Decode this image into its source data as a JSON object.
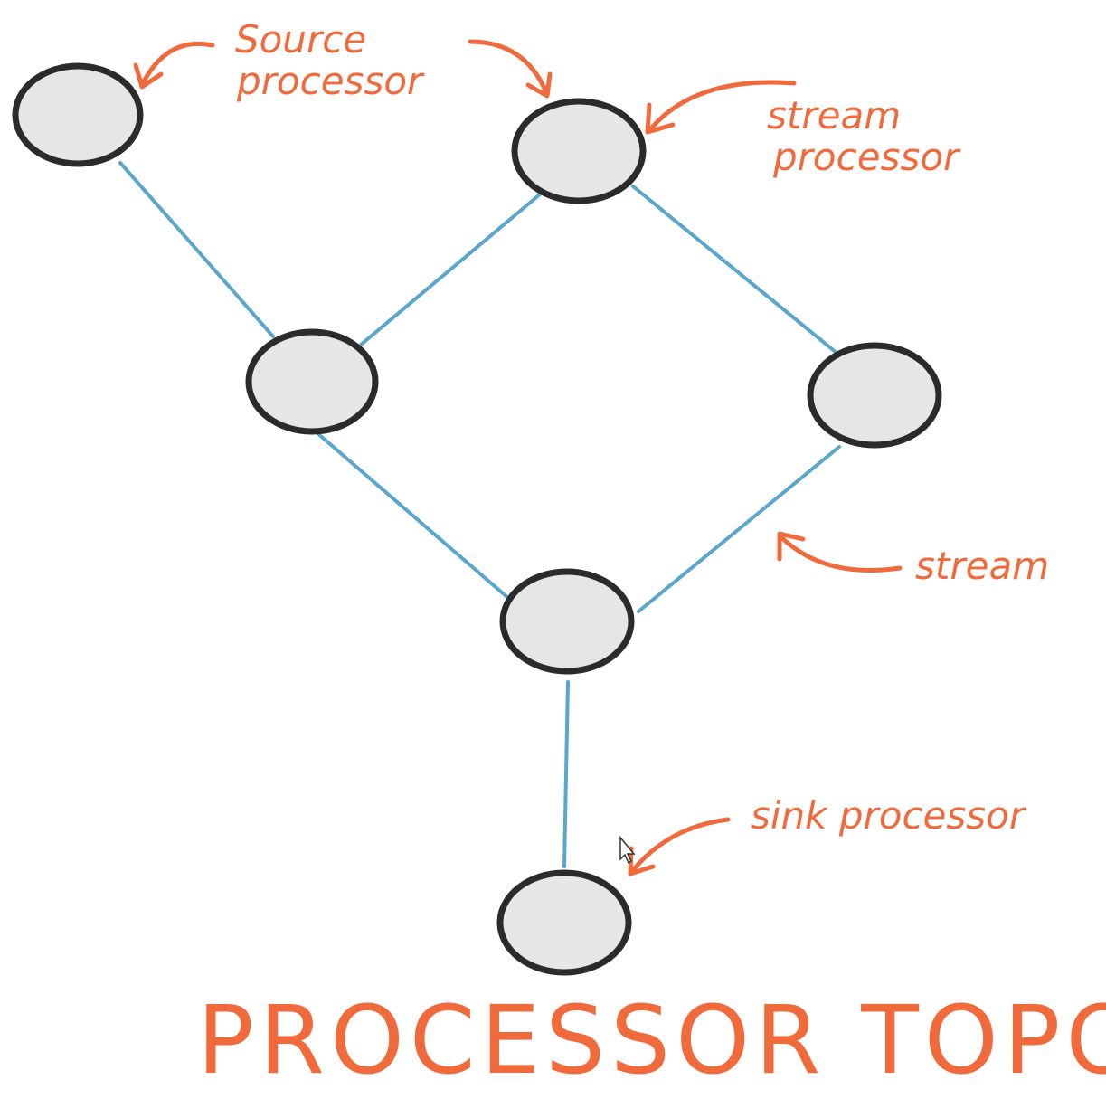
{
  "diagram": {
    "title": "PROCESSOR TOPOLOGY",
    "labels": {
      "source_line1": "Source",
      "source_line2": "processor",
      "stream_proc_line1": "stream",
      "stream_proc_line2": "processor",
      "stream": "stream",
      "sink": "sink processor"
    },
    "nodes": [
      {
        "id": "n1",
        "role": "source processor"
      },
      {
        "id": "n2",
        "role": "stream processor"
      },
      {
        "id": "n3",
        "role": "processor"
      },
      {
        "id": "n4",
        "role": "processor"
      },
      {
        "id": "n5",
        "role": "processor"
      },
      {
        "id": "n6",
        "role": "sink processor"
      }
    ],
    "edges": [
      {
        "from": "n1",
        "to": "n3"
      },
      {
        "from": "n2",
        "to": "n3"
      },
      {
        "from": "n2",
        "to": "n4"
      },
      {
        "from": "n3",
        "to": "n5"
      },
      {
        "from": "n4",
        "to": "n5"
      },
      {
        "from": "n5",
        "to": "n6"
      }
    ],
    "colors": {
      "annotation": "#f06a3c",
      "edge": "#5aa6cc",
      "node_fill": "#e6e6e6",
      "node_stroke": "#2b2b2b"
    }
  }
}
